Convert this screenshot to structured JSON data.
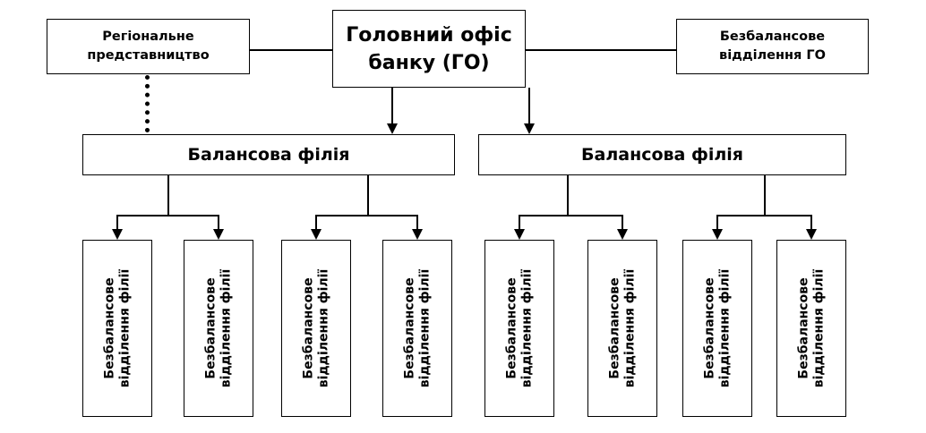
{
  "head_office": {
    "line1": "Головний офіс",
    "line2": "банку (ГО)"
  },
  "regional_office": {
    "line1": "Регіональне",
    "line2": "представництво"
  },
  "off_balance_head": {
    "line1": "Безбалансове",
    "line2": "відділення ГО"
  },
  "branches": [
    {
      "label": "Балансова філія"
    },
    {
      "label": "Балансова філія"
    }
  ],
  "leaves": [
    {
      "line1": "Безбалансове",
      "line2": "відділення філії"
    },
    {
      "line1": "Безбалансове",
      "line2": "відділення філії"
    },
    {
      "line1": "Безбалансове",
      "line2": "відділення філії"
    },
    {
      "line1": "Безбалансове",
      "line2": "відділення філії"
    },
    {
      "line1": "Безбалансове",
      "line2": "відділення філії"
    },
    {
      "line1": "Безбалансове",
      "line2": "відділення філії"
    },
    {
      "line1": "Безбалансове",
      "line2": "відділення філії"
    },
    {
      "line1": "Безбалансове",
      "line2": "відділення філії"
    }
  ]
}
